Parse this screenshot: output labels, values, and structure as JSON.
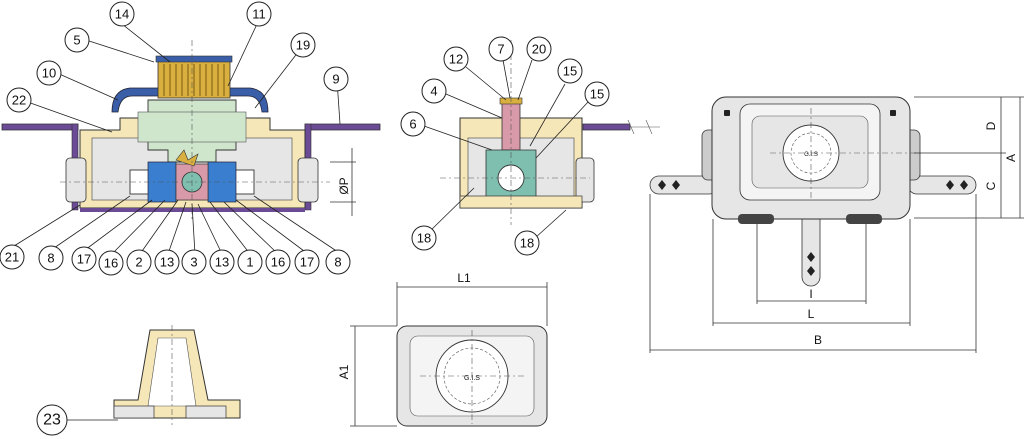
{
  "callouts": {
    "c14": "14",
    "c11": "11",
    "c5": "5",
    "c19": "19",
    "c10": "10",
    "c9": "9",
    "c22": "22",
    "c21": "21",
    "c8a": "8",
    "c17a": "17",
    "c16a": "16",
    "c2": "2",
    "c13a": "13",
    "c3": "3",
    "c13b": "13",
    "c1": "1",
    "c16b": "16",
    "c17b": "17",
    "c8b": "8",
    "c12": "12",
    "c7": "7",
    "c20": "20",
    "c4": "4",
    "c15a": "15",
    "c15b": "15",
    "c6": "6",
    "c18a": "18",
    "c18b": "18",
    "c23": "23"
  },
  "dimensions": {
    "P": "ØP",
    "L1": "L1",
    "A1": "A1",
    "D": "D",
    "A": "A",
    "C": "C",
    "I": "I",
    "L": "L",
    "B": "B"
  },
  "dial_text": "G.I.S",
  "colors": {
    "housing": "#f6e7b8",
    "housing_grey": "#e6e6e6",
    "cap_blue": "#3a5fa8",
    "knob_gold": "#d9b040",
    "core_green": "#cfe6cc",
    "bracket_purple": "#6b4a96",
    "valve_blue": "#3a7fcf",
    "rose": "#d89aa8",
    "teal": "#7fbfb0"
  }
}
